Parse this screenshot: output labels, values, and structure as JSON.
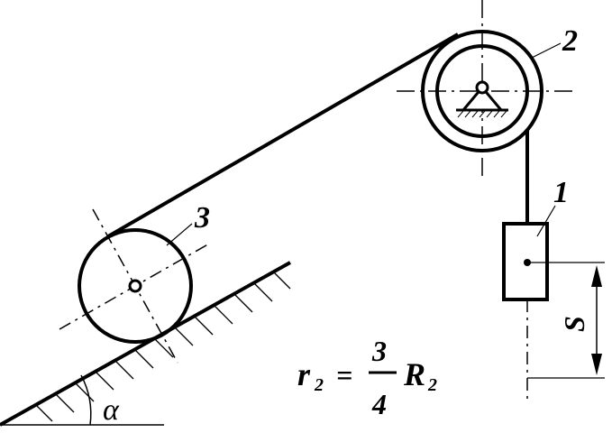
{
  "labels": {
    "weight": "1",
    "pulley": "2",
    "roller": "3",
    "alpha": "α",
    "displacement": "S"
  },
  "formula": {
    "lhs_var": "r",
    "lhs_sub": "2",
    "equals": "=",
    "numerator": "3",
    "denominator": "4",
    "rhs_var": "R",
    "rhs_sub": "2"
  }
}
